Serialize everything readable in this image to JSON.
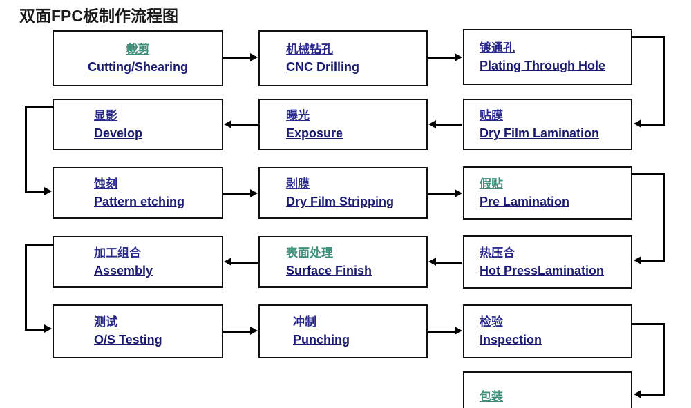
{
  "title": "双面FPC板制作流程图",
  "colors": {
    "box_border": "#111111",
    "english_text": "#191970",
    "chinese_blue": "#2a2a8c",
    "chinese_teal": "#3f8f7a",
    "connector": "#000000",
    "background": "#ffffff"
  },
  "nodes": [
    {
      "id": "cutting",
      "cn": "裁剪",
      "en": "Cutting/Shearing",
      "cn_color": "teal"
    },
    {
      "id": "cnc_drilling",
      "cn": "机械钻孔",
      "en": "CNC Drilling",
      "cn_color": "blue"
    },
    {
      "id": "plating",
      "cn": "镀通孔",
      "en": "Plating Through Hole",
      "cn_color": "blue"
    },
    {
      "id": "develop",
      "cn": "显影",
      "en": "Develop",
      "cn_color": "blue"
    },
    {
      "id": "exposure",
      "cn": "曝光",
      "en": "Exposure",
      "cn_color": "blue"
    },
    {
      "id": "dry_film_lam",
      "cn": "贴膜",
      "en": "Dry Film Lamination",
      "cn_color": "blue"
    },
    {
      "id": "pattern_etch",
      "cn": "蚀刻",
      "en": "Pattern etching",
      "cn_color": "blue"
    },
    {
      "id": "film_strip",
      "cn": "剥膜",
      "en": "Dry Film Stripping",
      "cn_color": "blue"
    },
    {
      "id": "pre_lam",
      "cn": "假贴",
      "en": " Pre Lamination",
      "cn_color": "teal"
    },
    {
      "id": "assembly",
      "cn": "加工组合",
      "en": "Assembly",
      "cn_color": "blue"
    },
    {
      "id": "surface_finish",
      "cn": "表面处理",
      "en": "Surface  Finish",
      "cn_color": "teal"
    },
    {
      "id": "hot_press",
      "cn": "热压合",
      "en": "Hot PressLamination",
      "cn_color": "blue"
    },
    {
      "id": "os_testing",
      "cn": "测试",
      "en": "O/S Testing",
      "cn_color": "blue"
    },
    {
      "id": "punching",
      "cn": "冲制",
      "en": "Punching",
      "cn_color": "blue"
    },
    {
      "id": "inspection",
      "cn": "检验",
      "en": "Inspection",
      "cn_color": "blue"
    },
    {
      "id": "packaging",
      "cn": "包装",
      "en": "",
      "cn_color": "teal"
    }
  ],
  "flow_sequence": [
    "裁剪 Cutting/Shearing",
    "机械钻孔 CNC Drilling",
    "镀通孔 Plating Through Hole",
    "贴膜 Dry Film Lamination",
    "曝光 Exposure",
    "显影 Develop",
    "蚀刻 Pattern etching",
    "剥膜 Dry Film Stripping",
    "假贴 Pre Lamination",
    "热压合 Hot PressLamination",
    "表面处理 Surface Finish",
    "加工组合 Assembly",
    "测试 O/S Testing",
    "冲制 Punching",
    "检验 Inspection",
    "包装 Packaging"
  ]
}
